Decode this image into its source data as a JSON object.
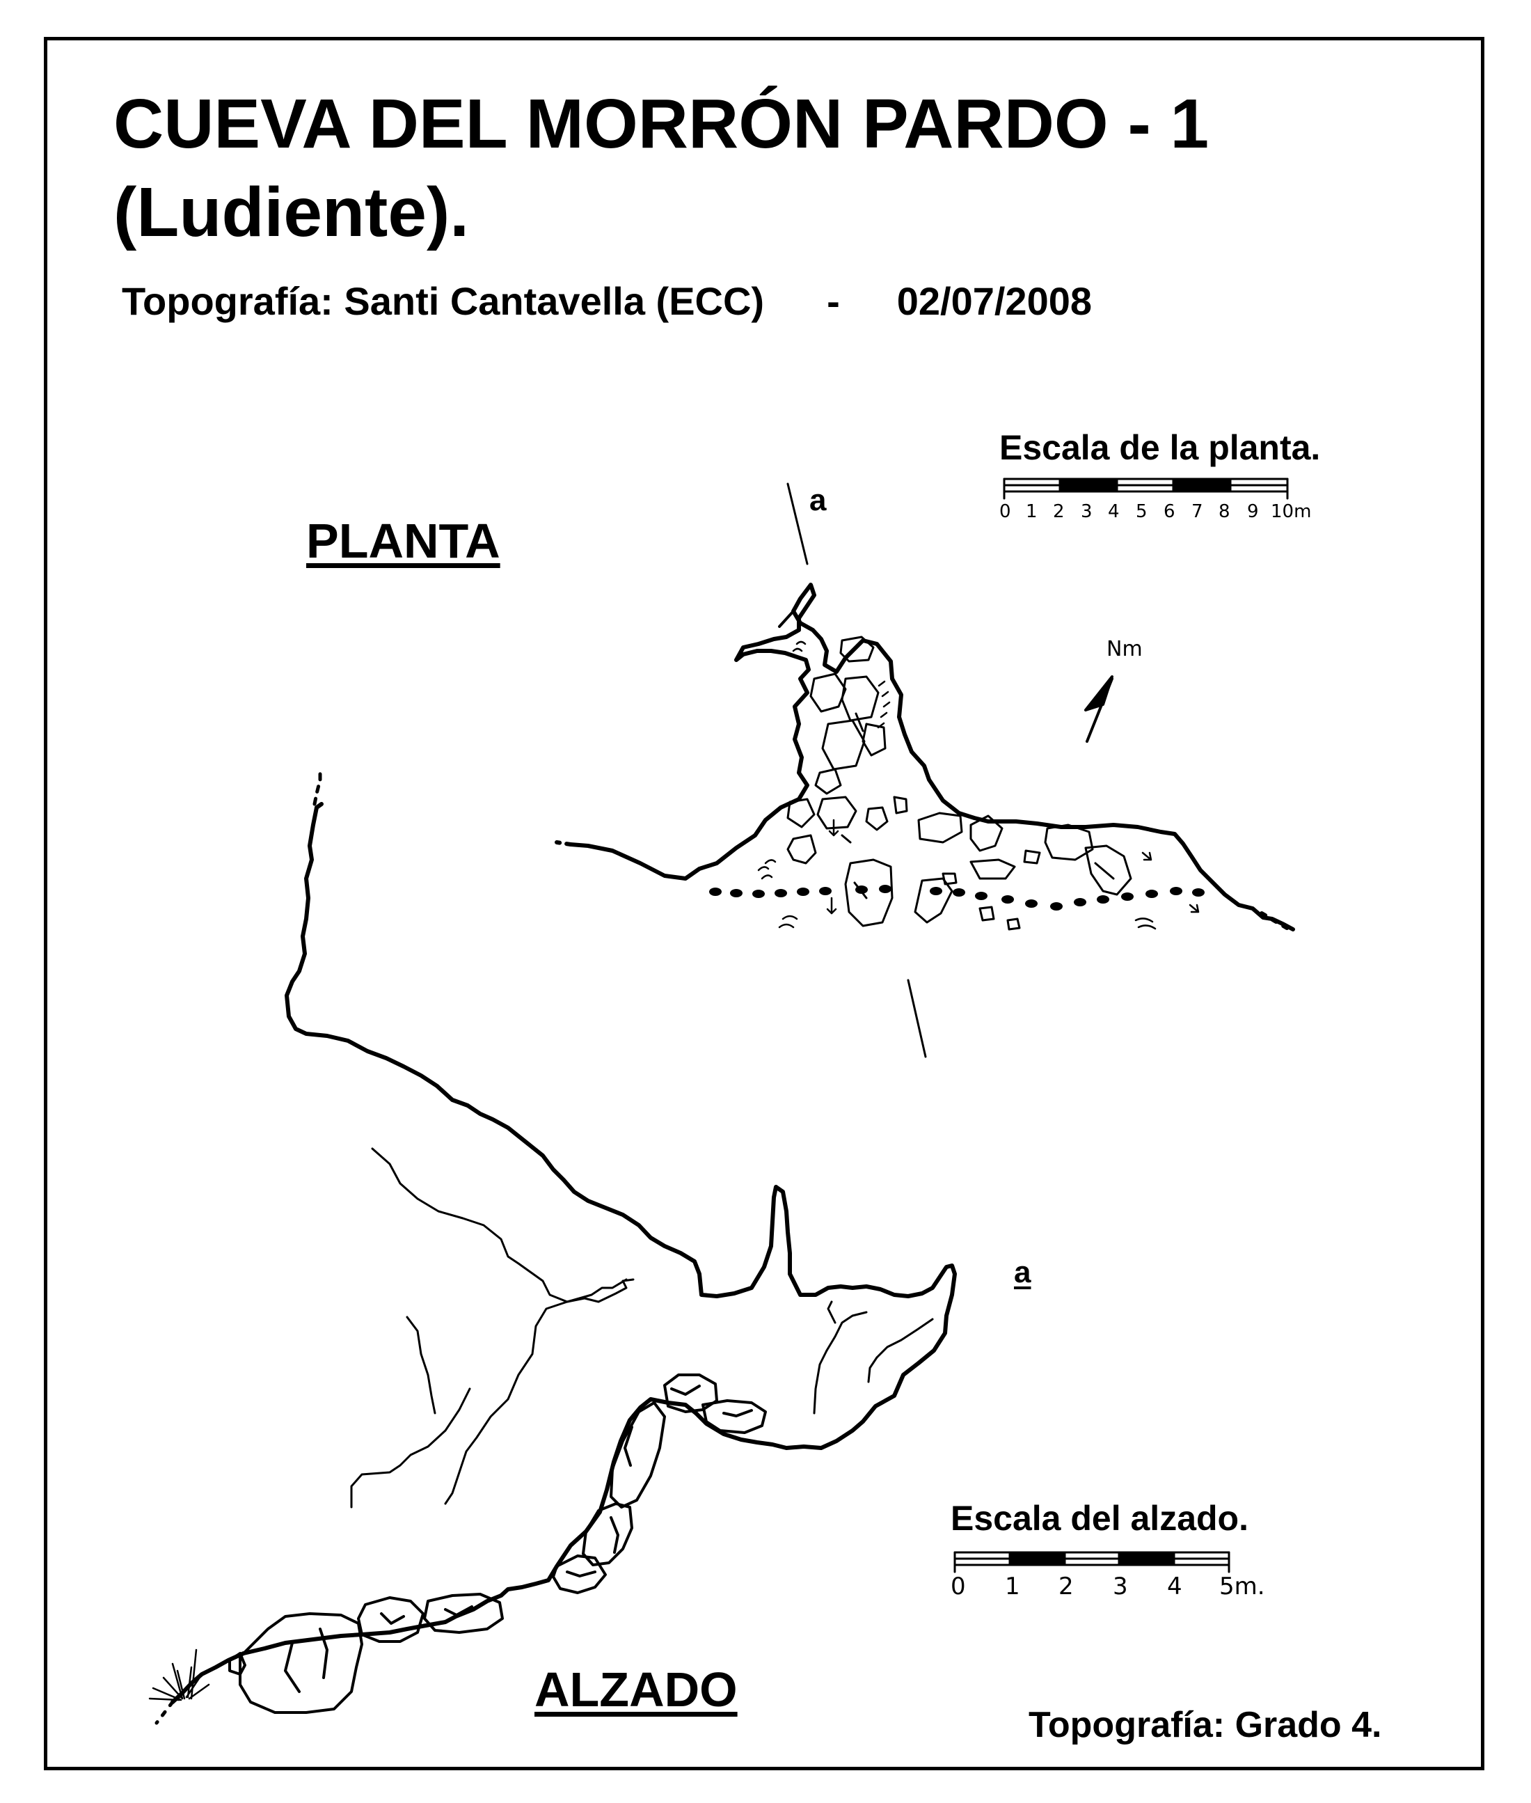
{
  "title": {
    "line1": "CUEVA  DEL  MORRÓN  PARDO - 1",
    "line2": "(Ludiente)."
  },
  "credits": {
    "label": "Topografía:  Santi Cantavella  (ECC)",
    "separator": "-",
    "date": "02/07/2008"
  },
  "plan": {
    "heading": "PLANTA",
    "section_label": "a",
    "north_label": "Nm",
    "scale": {
      "title": "Escala de la planta.",
      "ticks": [
        "0",
        "1",
        "2",
        "3",
        "4",
        "5",
        "6",
        "7",
        "8",
        "9",
        "10m"
      ]
    }
  },
  "elevation": {
    "heading": "ALZADO",
    "section_label": "a",
    "scale": {
      "title": "Escala del alzado.",
      "ticks": [
        "0",
        "1",
        "2",
        "3",
        "4",
        "5m."
      ]
    }
  },
  "footer": {
    "grade": "Topografía:  Grado 4."
  },
  "colors": {
    "ink": "#000000",
    "paper": "#ffffff"
  }
}
